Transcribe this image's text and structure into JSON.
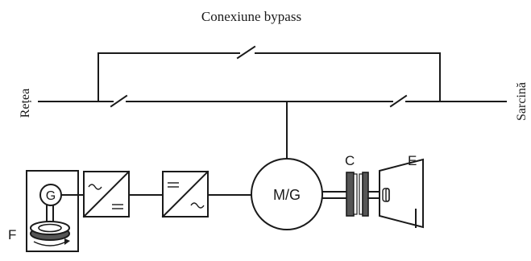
{
  "labels": {
    "bypass": "Conexiune bypass",
    "grid": "Rețea",
    "load": "Sarcină",
    "motor_generator": "M/G",
    "generator": "G",
    "flywheel": "F",
    "clutch": "C",
    "engine": "E"
  },
  "icons": {
    "rectifier": "ac-to-dc-converter-icon",
    "inverter": "dc-to-ac-converter-icon",
    "switch": "open-switch-icon",
    "flywheel": "flywheel-icon",
    "clutch": "clutch-icon",
    "engine": "engine-icon"
  }
}
